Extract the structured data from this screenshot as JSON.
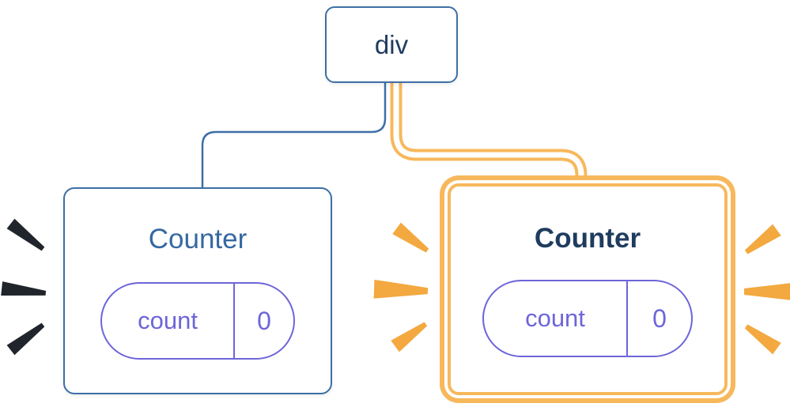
{
  "diagram": {
    "root": {
      "label": "div"
    },
    "children": [
      {
        "title": "Counter",
        "highlighted": false,
        "state": {
          "key": "count",
          "value": "0"
        }
      },
      {
        "title": "Counter",
        "highlighted": true,
        "state": {
          "key": "count",
          "value": "0"
        }
      }
    ],
    "connectors": {
      "left": "blue-elbow",
      "right": "orange-highlighted-elbow"
    },
    "decorations": {
      "left_burst": {
        "icon": "emphasis-burst-dark",
        "marks": 3
      },
      "center_burst": {
        "icon": "emphasis-burst-orange",
        "marks": 3
      },
      "right_burst": {
        "icon": "emphasis-burst-orange",
        "marks": 3
      }
    }
  },
  "colors": {
    "background": "#FFFFFF",
    "node_border_blue": "#3D6FA5",
    "connector_blue": "#3D6FA5",
    "text_dark_navy": "#1E3C5F",
    "title_blue": "#3568A1",
    "pill_purple": "#6D65D9",
    "highlight_orange": "#F7B85C",
    "burst_orange": "#F3A93F",
    "burst_dark": "#20252C"
  }
}
